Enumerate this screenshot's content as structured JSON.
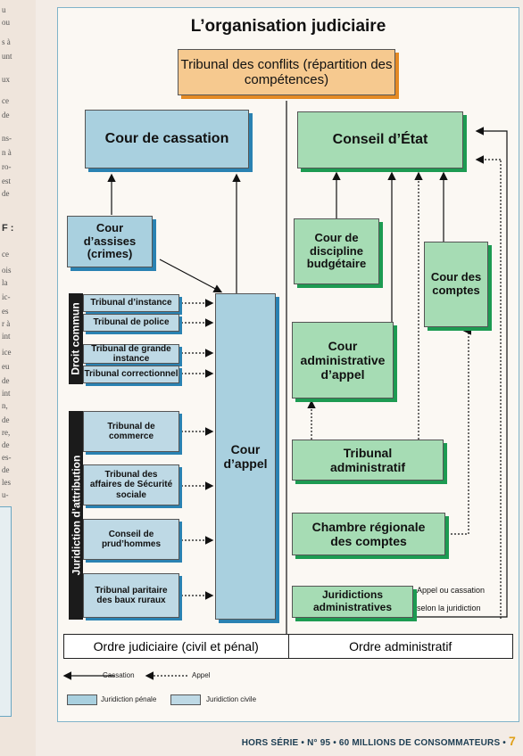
{
  "margin_fragments": [
    "u",
    "ou",
    "s à",
    "unt",
    "ux",
    "ce",
    "de",
    "ns-",
    "n à",
    "ro-",
    "est",
    "de",
    "ce",
    "ois",
    "la",
    "ic-",
    "es",
    "r à",
    "int",
    "ice",
    "eu",
    "de",
    "int",
    "n,",
    "de",
    "re,",
    "de",
    "es-",
    "de",
    "les",
    "u-",
    "..."
  ],
  "margin_colon": "F :",
  "title": "L’organisation judiciaire",
  "boxes": {
    "tribunal_conflits": "Tribunal des conflits (répartition des compétences)",
    "cour_cassation": "Cour de cassation",
    "conseil_etat": "Conseil d’État",
    "cour_assises": "Cour d’assises (crimes)",
    "cour_discipline": "Cour de discipline budgétaire",
    "cour_comptes": "Cour des comptes",
    "tribunal_instance": "Tribunal d’instance",
    "tribunal_police": "Tribunal de police",
    "tribunal_grande_instance": "Tribunal de grande instance",
    "tribunal_correctionnel": "Tribunal correctionnel",
    "cour_appel": "Cour d’appel",
    "cour_admin_appel": "Cour administrative d’appel",
    "tribunal_commerce": "Tribunal de commerce",
    "tribunal_secu": "Tribunal des affaires de Sécurité sociale",
    "tribunal_admin": "Tribunal administratif",
    "conseil_prudhommes": "Conseil de prud’hommes",
    "chambre_comptes": "Chambre régionale des comptes",
    "tribunal_baux": "Tribunal paritaire des baux ruraux",
    "juridictions_admin": "Juridictions administratives"
  },
  "groups": {
    "droit_commun": "Droit commun",
    "juridiction_attribution": "Juridiction d’attribution"
  },
  "note": {
    "line1": "Appel ou cassation",
    "line2": "selon la juridiction"
  },
  "orders": {
    "judiciaire": "Ordre judiciaire (civil et pénal)",
    "administratif": "Ordre administratif"
  },
  "legend": {
    "cassation": "Cassation",
    "appel": "Appel",
    "penale": "Juridiction pénale",
    "civile": "Juridiction civile"
  },
  "footer": {
    "series": "HORS SÉRIE",
    "issue": "N° 95",
    "magazine": "60 MILLIONS DE CONSOMMATEURS",
    "page": "7"
  },
  "colors": {
    "orange": "#f6c98f",
    "blue": "#a9d0df",
    "green": "#a6dcb4",
    "accent_blue": "#2a82b2",
    "accent_green": "#1d9b52"
  }
}
